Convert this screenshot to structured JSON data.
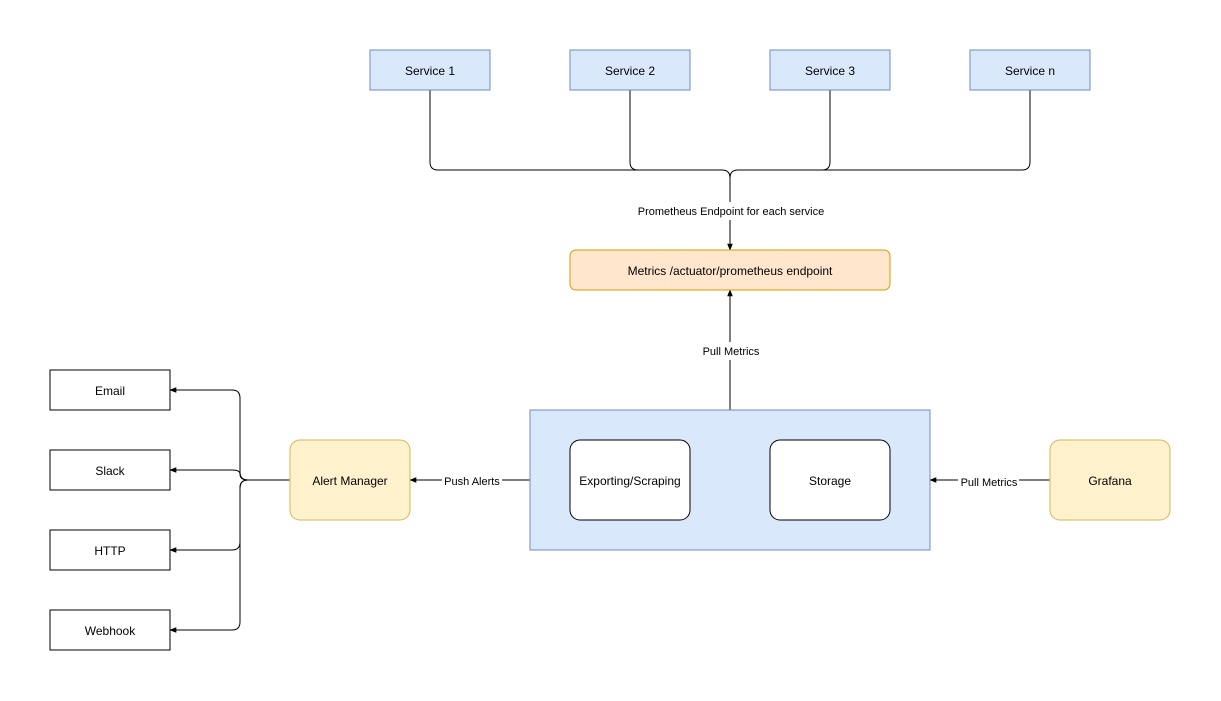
{
  "colors": {
    "service_fill": "#dae8fc",
    "service_stroke": "#6c8ebf",
    "endpoint_fill": "#ffe6cc",
    "endpoint_stroke": "#d79b00",
    "prom_fill": "#dae8fc",
    "prom_stroke": "#6c8ebf",
    "yellow_fill": "#fff2cc",
    "yellow_stroke": "#d6b656",
    "white_fill": "#ffffff",
    "line": "#000000"
  },
  "services": [
    {
      "label": "Service 1"
    },
    {
      "label": "Service 2"
    },
    {
      "label": "Service 3"
    },
    {
      "label": "Service n"
    }
  ],
  "endpoint": {
    "label": "Metrics /actuator/prometheus endpoint"
  },
  "exporting": {
    "label": "Exporting/Scraping"
  },
  "storage": {
    "label": "Storage"
  },
  "alert_manager": {
    "label": "Alert Manager"
  },
  "grafana": {
    "label": "Grafana"
  },
  "channels": [
    {
      "label": "Email"
    },
    {
      "label": "Slack"
    },
    {
      "label": "HTTP"
    },
    {
      "label": "Webhook"
    }
  ],
  "edge_labels": {
    "services_to_endpoint": "Prometheus Endpoint for each service",
    "prometheus_to_endpoint": "Pull Metrics",
    "prometheus_to_alert": "Push Alerts",
    "grafana_to_prometheus": "Pull Metrics"
  }
}
